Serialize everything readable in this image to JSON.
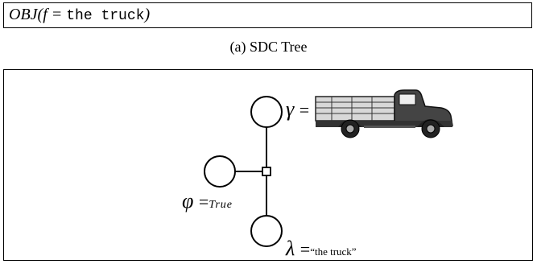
{
  "top_box": {
    "expr_prefix": "OBJ(f = ",
    "expr_code": "the truck",
    "expr_suffix": ")"
  },
  "caption_top": "(a) SDC Tree",
  "factor_graph": {
    "gamma_symbol": "γ",
    "phi_symbol": "φ",
    "phi_value": "True",
    "lambda_symbol": "λ",
    "lambda_value": "“the truck”",
    "equals": "="
  },
  "images": {
    "truck_image": "truck-icon"
  }
}
